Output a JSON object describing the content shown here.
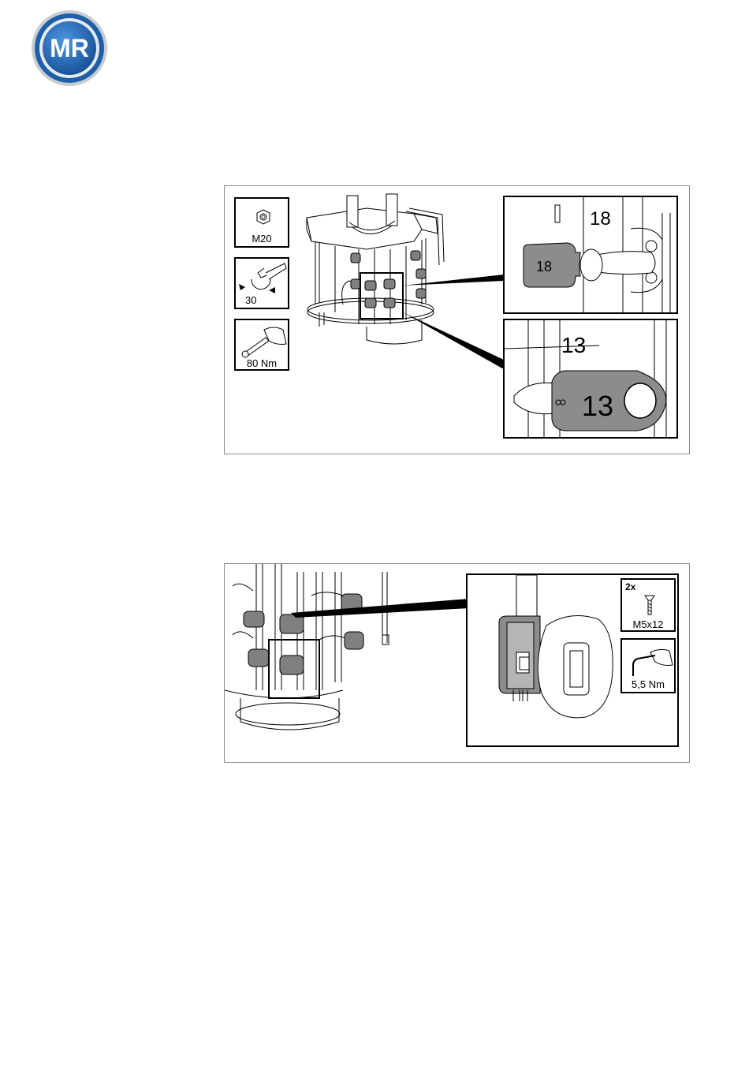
{
  "brand": {
    "logo_text": "MR",
    "logo_colors": {
      "ring": "#1d5fa8",
      "inner": "#2a74c4",
      "rim": "#c7ccd1",
      "text": "#ffffff"
    }
  },
  "figure1": {
    "tools": [
      {
        "label": "M20",
        "icon": "hex-nut-icon"
      },
      {
        "label": "30",
        "icon": "open-wrench-icon"
      },
      {
        "label": "80 Nm",
        "icon": "torque-wrench-icon"
      }
    ],
    "callout_top_label": "18",
    "callout_top_tag": "18",
    "callout_bottom_label": "13",
    "callout_bottom_tag": "13"
  },
  "figure2": {
    "screw_qty": "2x",
    "screw_label": "M5x12",
    "screw_icon": "countersunk-screw-icon",
    "torque_label": "5,5 Nm",
    "torque_icon": "hex-key-icon"
  }
}
